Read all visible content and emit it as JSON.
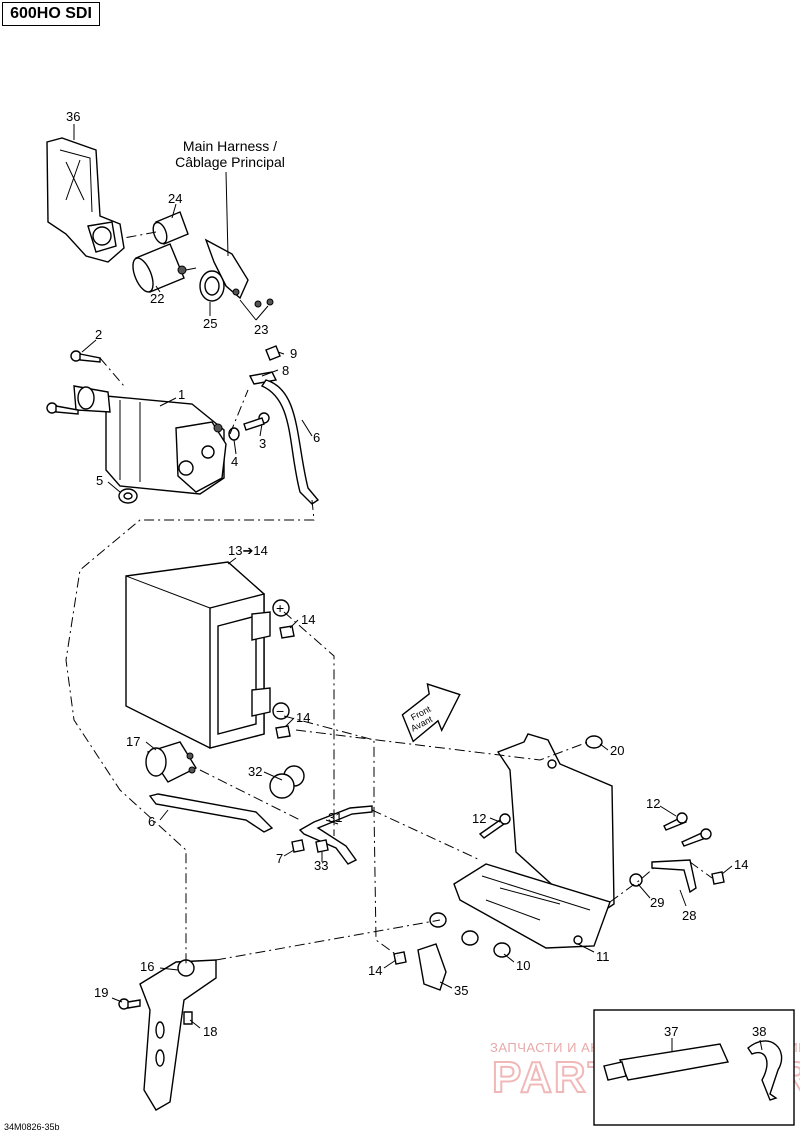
{
  "model": "600HO SDI",
  "harness_label": {
    "line1": "Main Harness /",
    "line2": "Câblage Principal"
  },
  "front_label": {
    "line1": "Front",
    "line2": "Avant"
  },
  "plus_symbol": "+",
  "minus_symbol": "−",
  "diagram_code": "34M0826-35b",
  "watermark": {
    "line1": "ЗАПЧАСТИ И АКСЕССУАРЫ ДЛЯ МОТОТЕХНИКИ",
    "line2": "PARTS-FOR.RU"
  },
  "callouts": {
    "c36": "36",
    "c24": "24",
    "c22": "22",
    "c25": "25",
    "c23": "23",
    "c2": "2",
    "c9": "9",
    "c8": "8",
    "c1": "1",
    "c3": "3",
    "c6a": "6",
    "c4": "4",
    "c5": "5",
    "c13": "13➔14",
    "c14a": "14",
    "c14b": "14",
    "c17": "17",
    "c32": "32",
    "c20": "20",
    "c12a": "12",
    "c12b": "12",
    "c6b": "6",
    "c31": "31",
    "c7": "7",
    "c33": "33",
    "c14c": "14",
    "c29": "29",
    "c28": "28",
    "c11": "11",
    "c10": "10",
    "c14d": "14",
    "c35": "35",
    "c16": "16",
    "c19": "19",
    "c18": "18",
    "c37": "37",
    "c38": "38"
  }
}
